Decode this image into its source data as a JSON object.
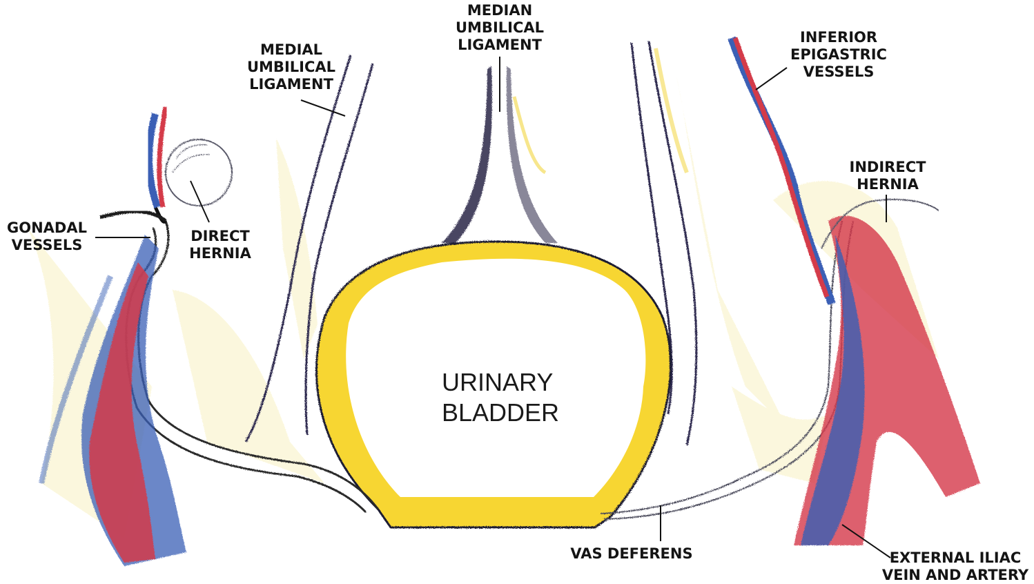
{
  "labels": {
    "median_umbilical_ligament": [
      "MEDIAN",
      "UMBILICAL",
      "LIGAMENT"
    ],
    "medial_umbilical_ligament": [
      "MEDIAL",
      "UMBILICAL",
      "LIGAMENT"
    ],
    "inferior_epigastric_vessels": [
      "INFERIOR",
      "EPIGASTRIC",
      "VESSELS"
    ],
    "indirect_hernia": [
      "INDIRECT",
      "HERNIA"
    ],
    "gonadal_vessels": [
      "GONADAL",
      "VESSELS"
    ],
    "direct_hernia": [
      "DIRECT",
      "HERNIA"
    ],
    "urinary_bladder": [
      "URINARY",
      "BLADDER"
    ],
    "vas_deferens": [
      "VAS DEFERENS"
    ],
    "external_iliac": [
      "EXTERNAL ILIAC",
      "VEIN AND ARTERY"
    ]
  },
  "colors": {
    "bladder_fill": "#f7d633",
    "vein_blue": "#3a5fb5",
    "artery_red": "#d43a4a",
    "outline_dark": "#1d1b33",
    "shading_yellow": "#f3e27a"
  }
}
